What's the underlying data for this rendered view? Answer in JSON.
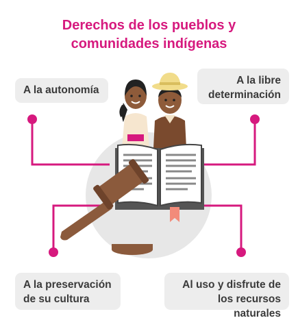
{
  "title": {
    "line1": "Derechos de los pueblos y",
    "line2": "comunidades indígenas"
  },
  "rights": {
    "top_left": "A la autonomía",
    "top_right_line1": "A la libre",
    "top_right_line2": "determinación",
    "bottom_left_line1": "A la preservación",
    "bottom_left_line2": "de su cultura",
    "bottom_right_line1": "Al uso y disfrute de",
    "bottom_right_line2": "los recursos naturales"
  },
  "colors": {
    "accent": "#d6197e",
    "box_background": "#ededed",
    "circle_background": "#e7e7e7",
    "gavel": "#8b5a3c",
    "text": "#3a3a3a"
  },
  "icons": [
    "woman-figure-icon",
    "man-with-hat-icon",
    "open-book-icon",
    "gavel-icon",
    "bookmark-icon"
  ]
}
